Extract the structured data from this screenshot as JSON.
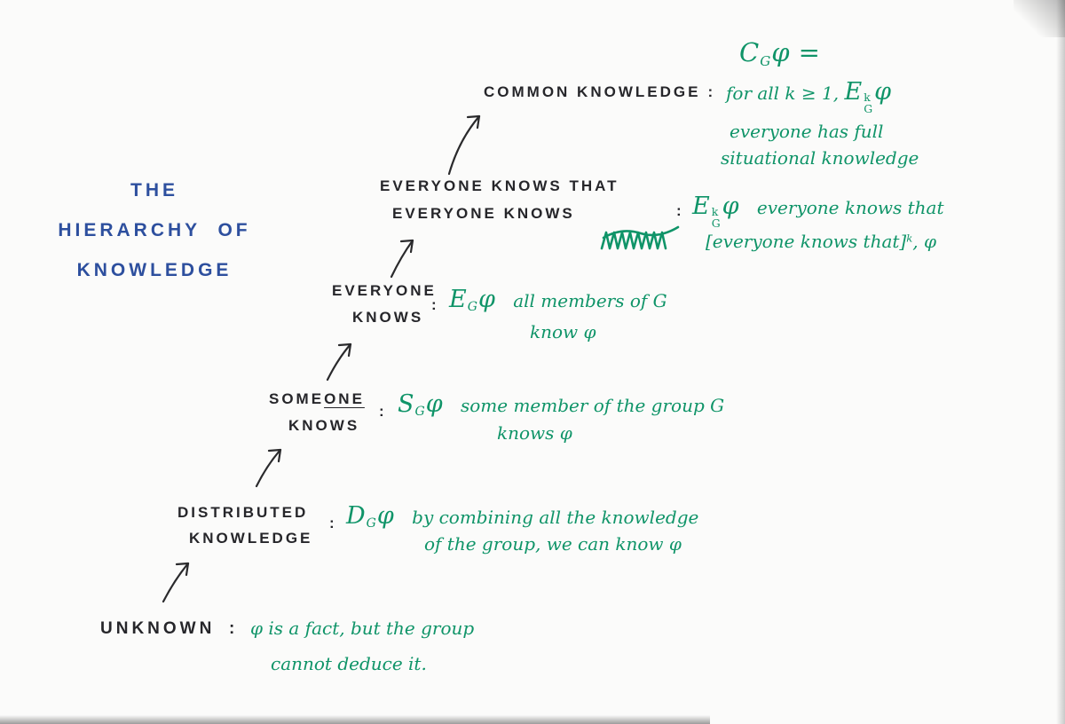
{
  "title": {
    "line1": "THE",
    "line2": "HIERARCHY  OF",
    "line3": "KNOWLEDGE"
  },
  "colors": {
    "ink_blue": "#2d4f9e",
    "ink_black": "#26262a",
    "ink_green": "#0f9468",
    "paper": "#fbfbfa"
  },
  "levels": {
    "unknown": {
      "label": "UNKNOWN",
      "colon": ":",
      "note_line1": "φ is a fact, but the group",
      "note_line2": "cannot deduce it."
    },
    "distributed": {
      "label_line1": "DISTRIBUTED",
      "label_line2": "KNOWLEDGE",
      "colon": ":",
      "notation": {
        "base": "D",
        "sub": "G",
        "phi": "φ"
      },
      "note_line1": "by combining all the knowledge",
      "note_line2": "of the group, we can know φ"
    },
    "someone": {
      "label_line1_part1": "SOME",
      "label_line1_part2": "ONE",
      "label_line2": "KNOWS",
      "colon": ":",
      "notation": {
        "base": "S",
        "sub": "G",
        "phi": "φ"
      },
      "note_line1": "some member of the group G",
      "note_line2": "knows φ"
    },
    "everyone": {
      "label_line1": "EVERYONE",
      "label_line2": "KNOWS",
      "colon": ":",
      "notation": {
        "base": "E",
        "sub": "G",
        "phi": "φ"
      },
      "note_line1": "all members of G",
      "note_line2": "know φ"
    },
    "everyone_k": {
      "label_line1": "EVERYONE KNOWS THAT",
      "label_line2": "EVERYONE KNOWS",
      "colon": ":",
      "notation": {
        "base": "E",
        "sub": "G",
        "sup": "k",
        "phi": "φ"
      },
      "note_line1": "everyone knows that",
      "note_line2_bracket": "[everyone knows that]",
      "note_line2_sup": "k",
      "note_line2_tail": ", φ"
    },
    "common": {
      "label": "COMMON KNOWLEDGE",
      "colon": ":",
      "head": {
        "base": "C",
        "sub": "G",
        "phi": "φ",
        "eq": "="
      },
      "line1_pre": "for all k ≥ 1,",
      "line1_notation": {
        "base": "E",
        "sub": "G",
        "sup": "k",
        "phi": "φ"
      },
      "line2": "everyone has full",
      "line3": "situational knowledge"
    }
  }
}
